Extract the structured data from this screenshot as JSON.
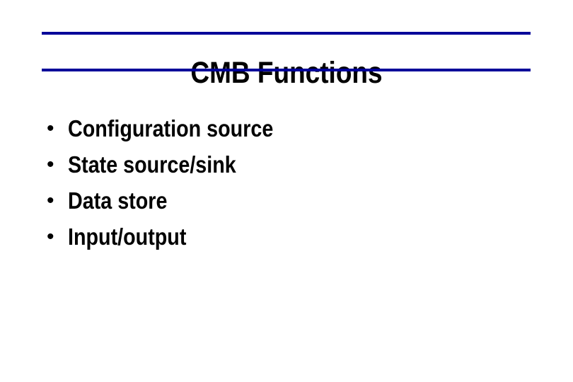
{
  "slide": {
    "title": "CMB Functions",
    "accent_color": "#000099",
    "text_color": "#000000",
    "background_color": "#FFFFFF",
    "bullet_glyph": "•",
    "bullets": [
      {
        "label": "Configuration source"
      },
      {
        "label": "State source/sink"
      },
      {
        "label": "Data store"
      },
      {
        "label": "Input/output"
      }
    ]
  }
}
